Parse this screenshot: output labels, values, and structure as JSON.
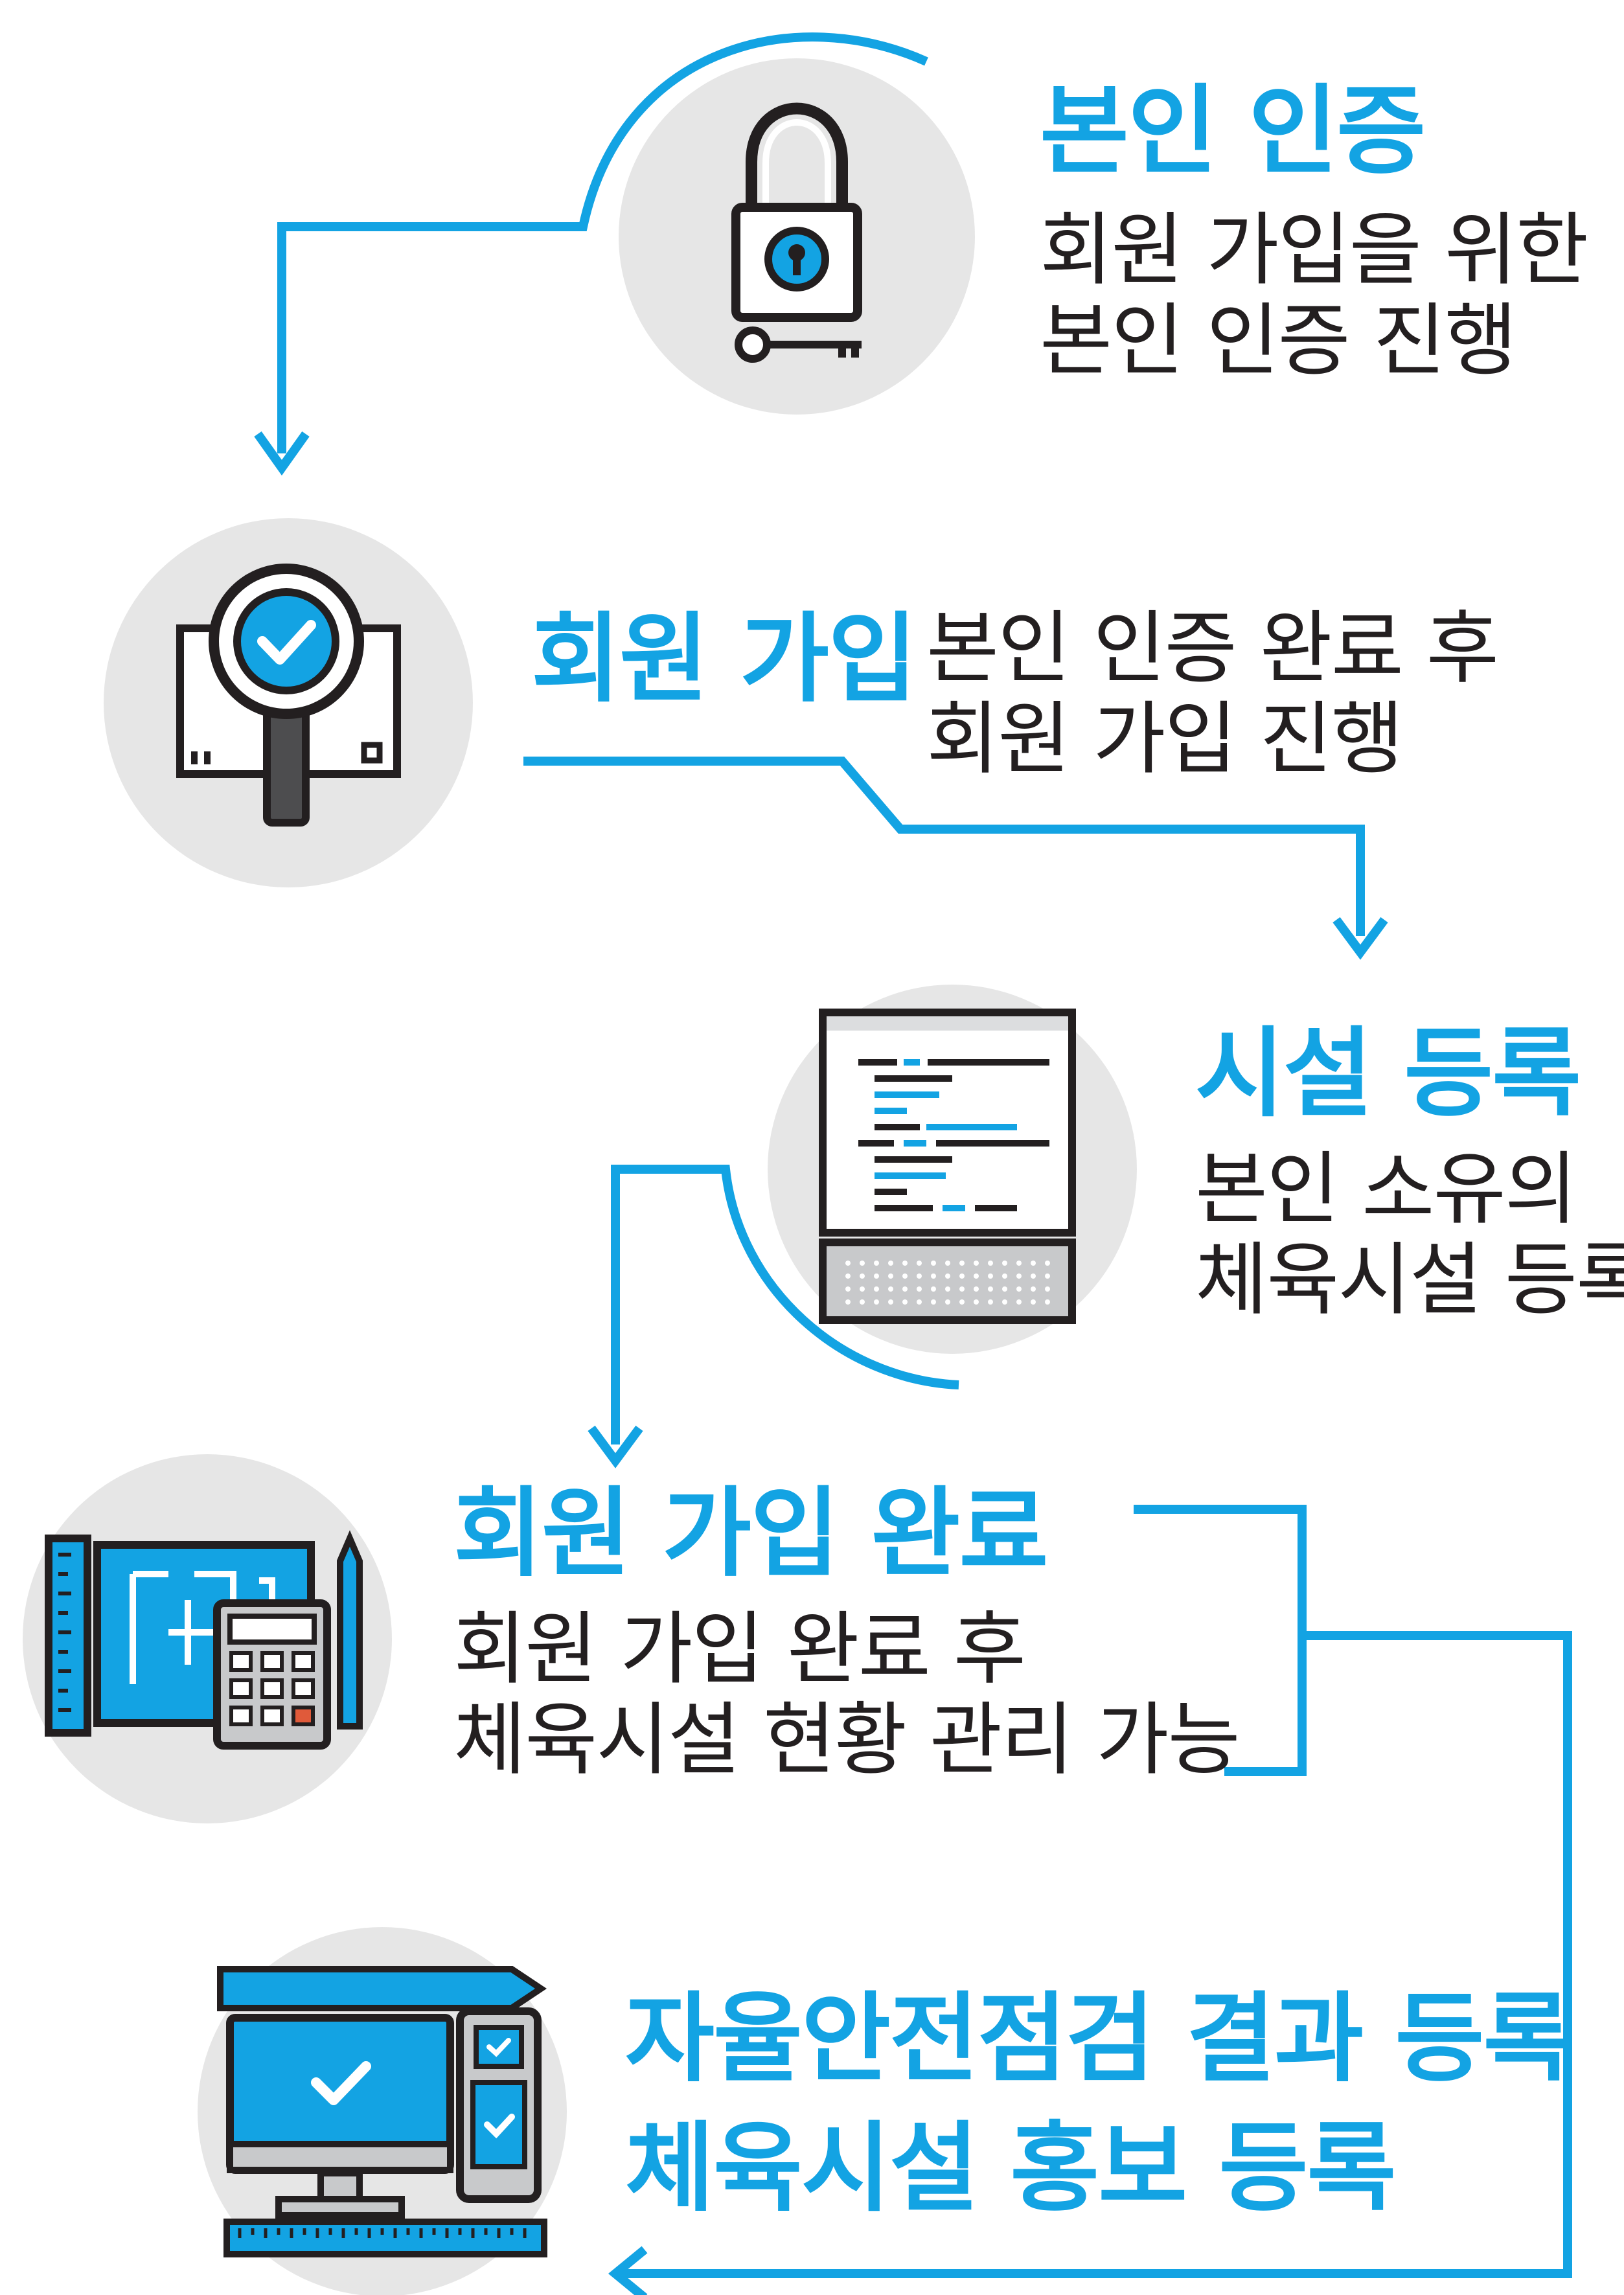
{
  "colors": {
    "accent": "#13a3e3",
    "text": "#231f20",
    "circle": "#e6e6e6",
    "icon_stroke": "#231f20",
    "icon_gray": "#c8c9cb"
  },
  "steps": [
    {
      "title": "본인 인증",
      "desc_lines": [
        "회원 가입을 위한",
        "본인 인증 진행"
      ],
      "icon": "padlock-key-icon"
    },
    {
      "title": "회원 가입",
      "desc_lines": [
        "본인 인증 완료 후",
        "회원 가입 진행"
      ],
      "icon": "magnifier-check-document-icon"
    },
    {
      "title": "시설 등록",
      "desc_lines": [
        "본인 소유의",
        "체육시설 등록"
      ],
      "icon": "code-laptop-icon"
    },
    {
      "title": "회원 가입 완료",
      "desc_lines": [
        "회원 가입 완료 후",
        "체육시설 현황 관리 가능"
      ],
      "icon": "blueprint-calculator-icon"
    },
    {
      "title_lines": [
        "자율안전점검 결과 등록",
        "체육시설 홍보 등록"
      ],
      "icon": "devices-check-icon"
    }
  ]
}
